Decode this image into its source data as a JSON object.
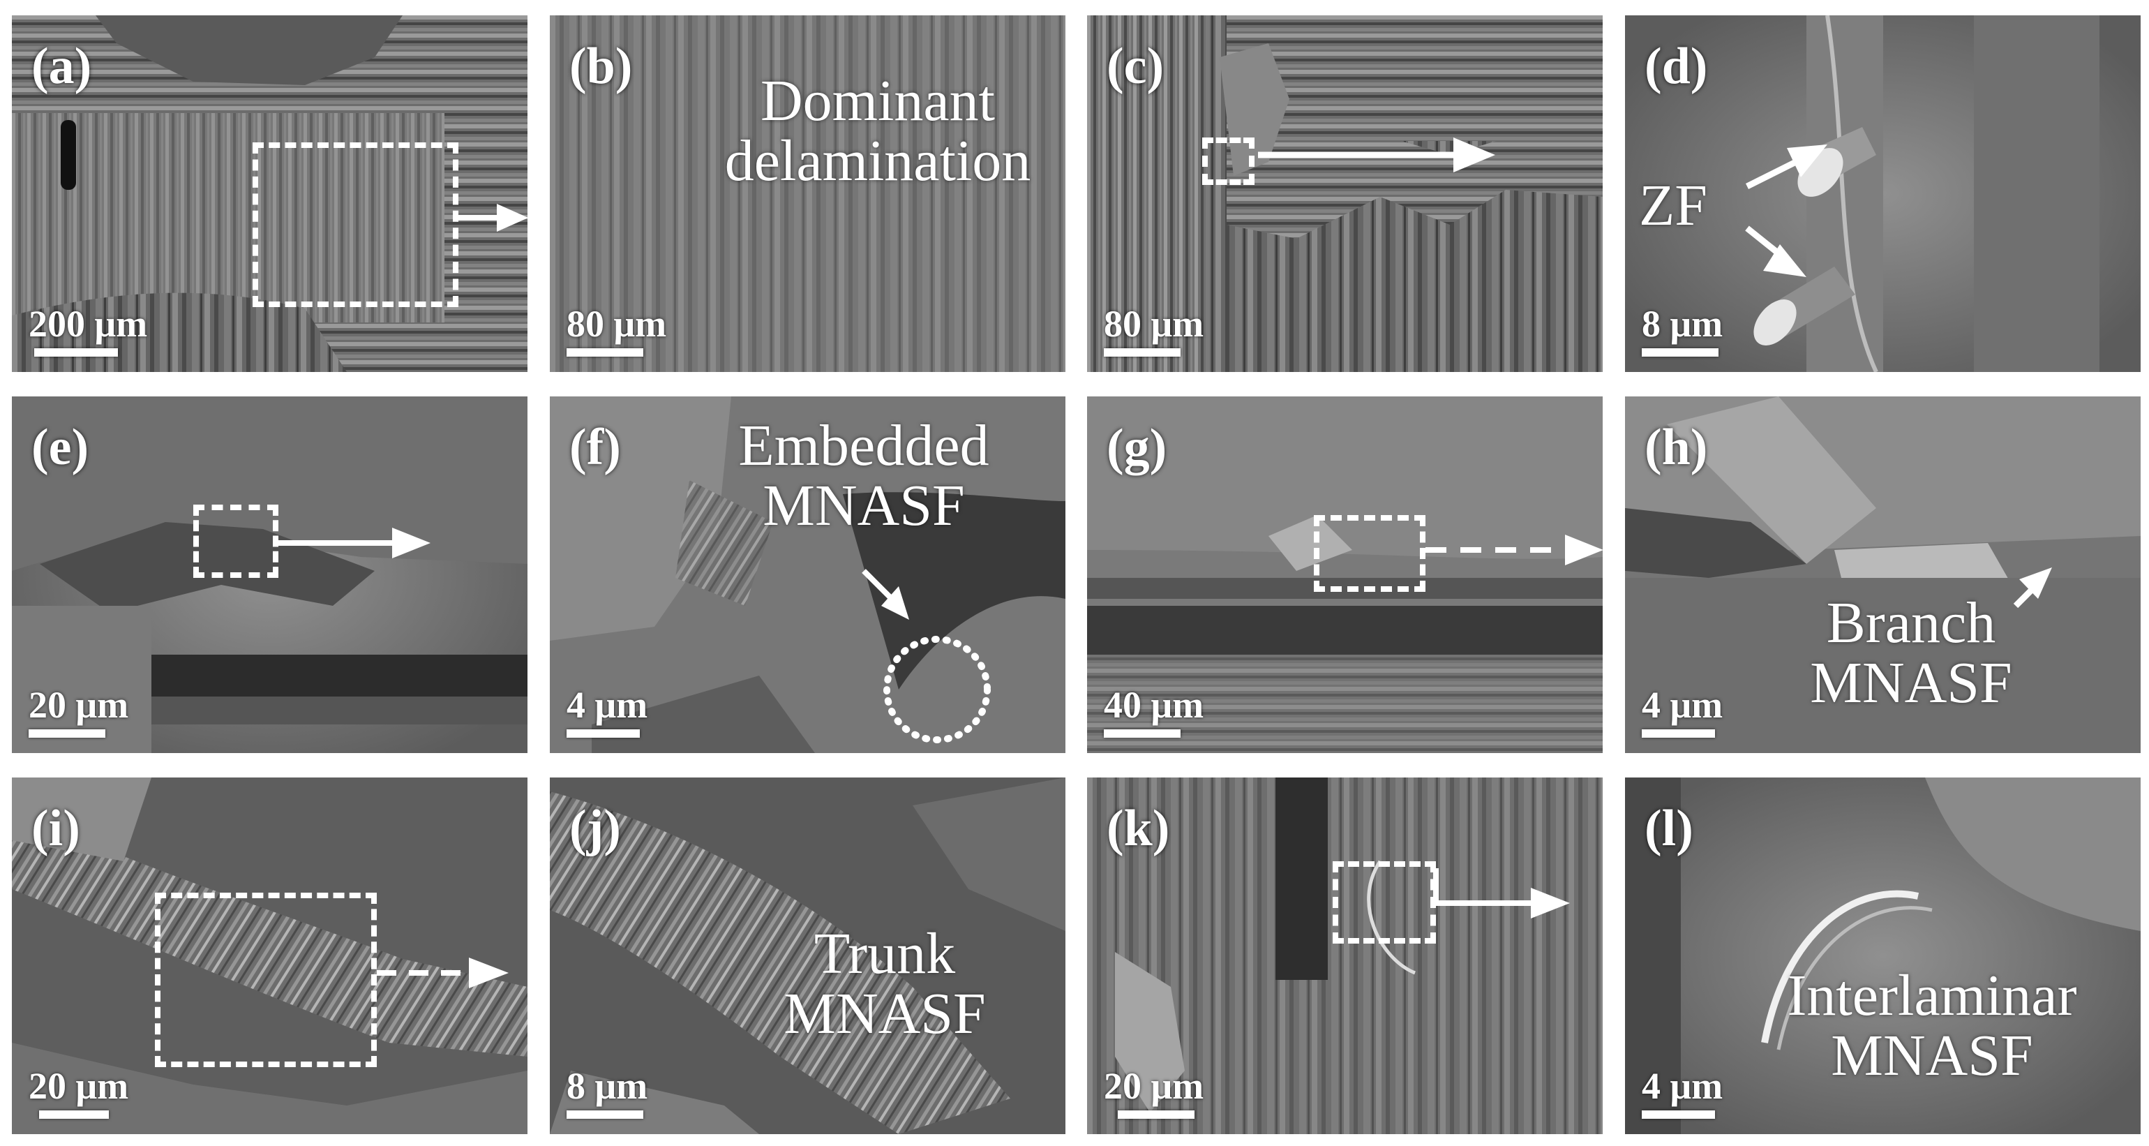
{
  "panels": {
    "a": {
      "label": "(a)",
      "scale": "200 μm"
    },
    "b": {
      "label": "(b)",
      "scale": "80 μm",
      "caption": [
        "Dominant",
        "delamination"
      ]
    },
    "c": {
      "label": "(c)",
      "scale": "80 μm"
    },
    "d": {
      "label": "(d)",
      "scale": "8 μm",
      "caption": [
        "ZF"
      ]
    },
    "e": {
      "label": "(e)",
      "scale": "20 μm"
    },
    "f": {
      "label": "(f)",
      "scale": "4 μm",
      "caption": [
        "Embedded",
        "MNASF"
      ]
    },
    "g": {
      "label": "(g)",
      "scale": "40 μm"
    },
    "h": {
      "label": "(h)",
      "scale": "4 μm",
      "caption": [
        "Branch",
        "MNASF"
      ]
    },
    "i": {
      "label": "(i)",
      "scale": "20 μm"
    },
    "j": {
      "label": "(j)",
      "scale": "8 μm",
      "caption": [
        "Trunk",
        "MNASF"
      ]
    },
    "k": {
      "label": "(k)",
      "scale": "20 μm"
    },
    "l": {
      "label": "(l)",
      "scale": "4 μm",
      "caption": [
        "Interlaminar",
        "MNASF"
      ]
    }
  },
  "colors": {
    "background": "#ffffff",
    "annotation": "#ffffff",
    "sem_base": "#6a6a6a"
  }
}
